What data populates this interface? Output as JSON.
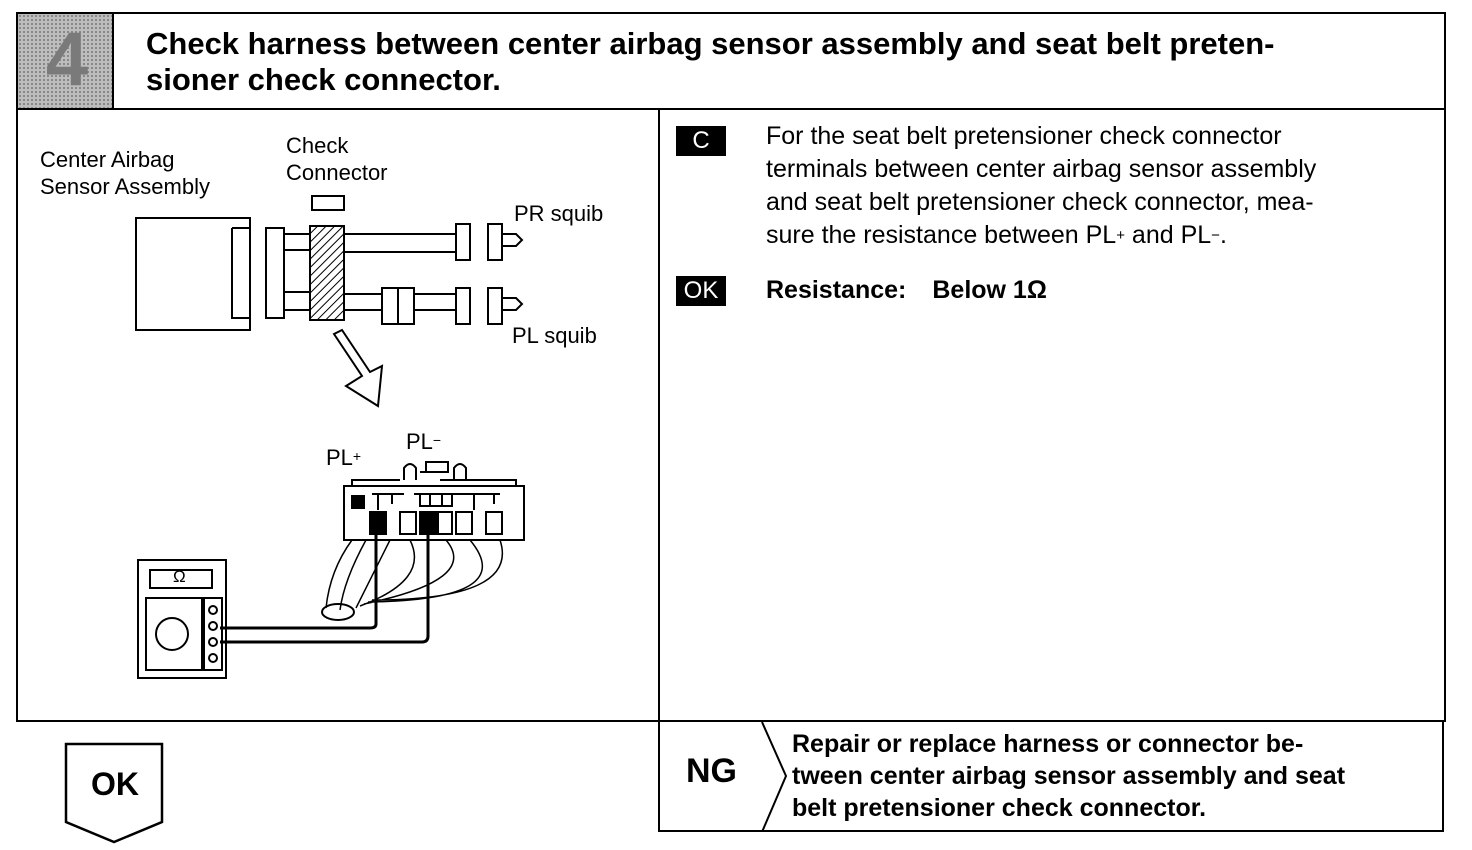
{
  "step": {
    "number": "4",
    "title": "Check harness between center airbag sensor assembly and seat belt pretensioner check connector.",
    "title_line1": "Check harness between center airbag sensor assembly and seat belt preten-",
    "title_line2": "sioner check connector."
  },
  "diagram": {
    "label_sensor_line1": "Center Airbag",
    "label_sensor_line2": "Sensor Assembly",
    "label_check_line1": "Check",
    "label_check_line2": "Connector",
    "label_pr_squib": "PR squib",
    "label_pl_squib": "PL squib",
    "label_pl_plus": "PL",
    "label_pl_plus_sign": "+",
    "label_pl_minus": "PL",
    "label_pl_minus_sign": "−",
    "meter_symbol": "Ω"
  },
  "instruction": {
    "badge": "C",
    "line1": "For the seat belt pretensioner check connector",
    "line2": "terminals between center airbag sensor assembly",
    "line3": "and seat belt pretensioner check connector, mea-",
    "line4_a": "sure the resistance between PL",
    "line4_sup1": "+",
    "line4_b": " and PL",
    "line4_sup2": "−",
    "line4_c": "."
  },
  "spec": {
    "badge": "OK",
    "label": "Resistance:",
    "value": "Below 1Ω"
  },
  "result_ok": {
    "label": "OK"
  },
  "result_ng": {
    "label": "NG",
    "line1": "Repair or replace harness or connector be-",
    "line2": "tween center airbag sensor assembly and seat",
    "line3": "belt pretensioner check connector."
  },
  "colors": {
    "ink": "#000000",
    "step_box_gray": "#bdbdbd",
    "step_number_gray": "#7a7a7a"
  }
}
